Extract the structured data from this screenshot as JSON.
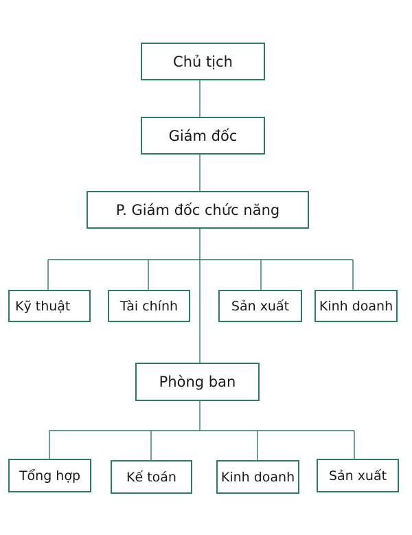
{
  "org_chart": {
    "chairman": "Chủ tịch",
    "director": "Giám đốc",
    "deputy_director": "P. Giám đốc chức năng",
    "functions": [
      "Kỹ thuật",
      "Tài chính",
      "Sản xuất",
      "Kinh doanh"
    ],
    "departments_head": "Phòng ban",
    "departments": [
      "Tổng hợp",
      "Kế toán",
      "Kinh doanh",
      "Sản xuất"
    ]
  },
  "colors": {
    "line": "#2e7d60",
    "border": "#2e7d60",
    "text": "#1a1a1a"
  }
}
